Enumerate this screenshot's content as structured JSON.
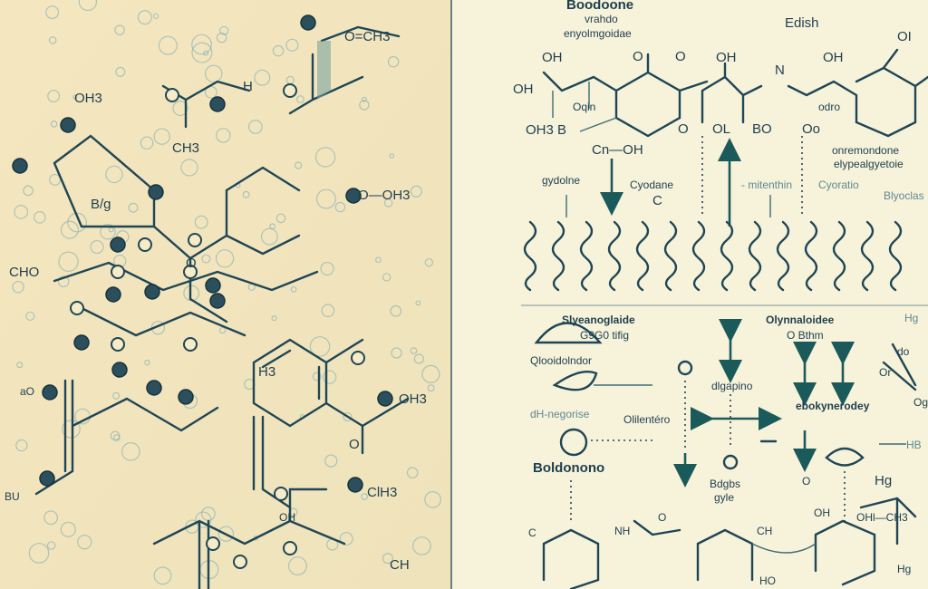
{
  "colors": {
    "left_panel": "#f3e6c0",
    "right_panel": "#f7f2da",
    "ink": "#1f4656",
    "accent": "#1b5a5a"
  },
  "left_labels": [
    "OH3",
    "CH3",
    "B/g",
    "O—OH3",
    "CHO",
    "H3",
    "OH3",
    "O=CH3",
    "H",
    "ClH3",
    "OH",
    "CH",
    "aO",
    "BU",
    "O",
    "O"
  ],
  "right_top": {
    "title1": "Boodoone",
    "title2": "vrahdo",
    "title3": "enyolmgoidae",
    "edish": "Edish",
    "atoms": [
      "OH",
      "O",
      "O",
      "OH",
      "N",
      "OH",
      "OH",
      "Oqin",
      "OH3 B",
      "Cn—OH",
      "O",
      "OL",
      "BO",
      "Oo",
      "odro",
      "OI"
    ],
    "side1": "onremondone",
    "side2": "elypealgyetoie",
    "row": [
      "gydolne",
      "Cyodane",
      "C",
      "- mitenthin",
      "Cyoratio",
      "Blyoclas"
    ]
  },
  "right_bottom": {
    "h1": "Slyeanoglaide",
    "h1b": "G9G0 tifig",
    "h2": "Olynnaloidee",
    "h2b": "O Bthm",
    "hg": "Hg",
    "labels": [
      "Qlooidolndor",
      "dlgapino",
      "ebokynerodey",
      "dH-negorise",
      "Olilentéro",
      "Boldonono",
      "Bdgbs",
      "gyle",
      "HB",
      "Hg",
      "OH",
      "OHl—CH3",
      "NH",
      "O",
      "CH",
      "HO",
      "Hg",
      "C",
      "O",
      "Or",
      "do",
      "Og"
    ]
  }
}
